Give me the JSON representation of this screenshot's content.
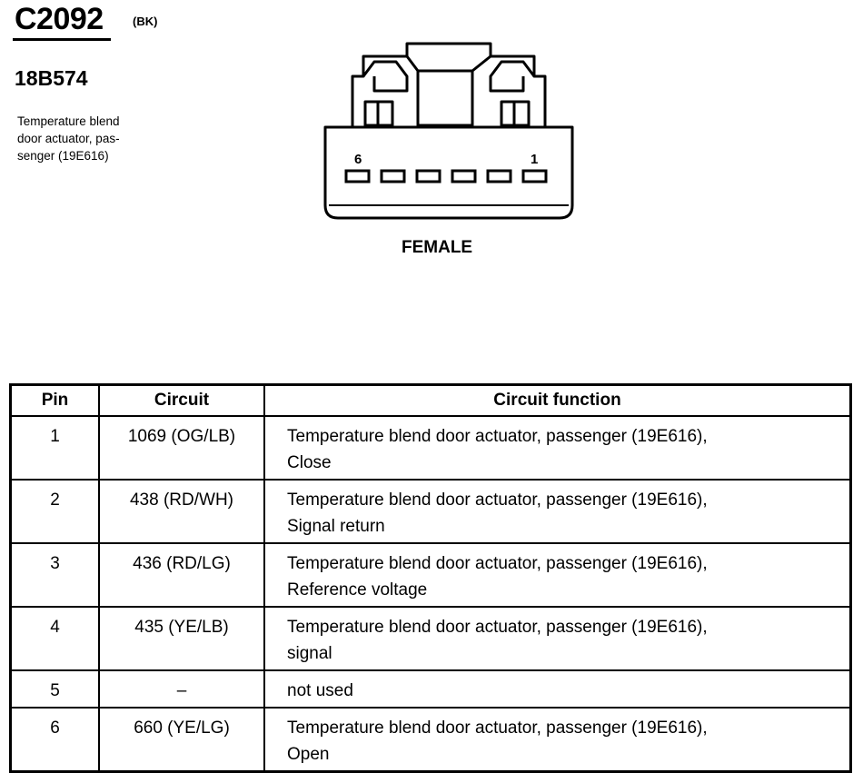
{
  "connector": {
    "id": "C2092",
    "color_code": "(BK)",
    "part_number": "18B574",
    "description_line1": "Temperature blend",
    "description_line2": "door actuator, pas-",
    "description_line3": "senger (19E616)",
    "gender": "FEMALE",
    "pin_label_left": "6",
    "pin_label_right": "1",
    "pin_count": 6
  },
  "table": {
    "headers": {
      "pin": "Pin",
      "circuit": "Circuit",
      "function": "Circuit function"
    },
    "rows": [
      {
        "pin": "1",
        "circuit": "1069 (OG/LB)",
        "function_l1": "Temperature blend door actuator, passenger (19E616),",
        "function_l2": "Close"
      },
      {
        "pin": "2",
        "circuit": "438 (RD/WH)",
        "function_l1": "Temperature blend door actuator, passenger (19E616),",
        "function_l2": "Signal return"
      },
      {
        "pin": "3",
        "circuit": "436 (RD/LG)",
        "function_l1": "Temperature blend door actuator, passenger (19E616),",
        "function_l2": "Reference voltage"
      },
      {
        "pin": "4",
        "circuit": "435 (YE/LB)",
        "function_l1": "Temperature blend door actuator, passenger (19E616),",
        "function_l2": "signal"
      },
      {
        "pin": "5",
        "circuit": "–",
        "function_l1": "not used",
        "function_l2": ""
      },
      {
        "pin": "6",
        "circuit": "660 (YE/LG)",
        "function_l1": "Temperature blend door actuator, passenger (19E616),",
        "function_l2": "Open"
      }
    ]
  }
}
